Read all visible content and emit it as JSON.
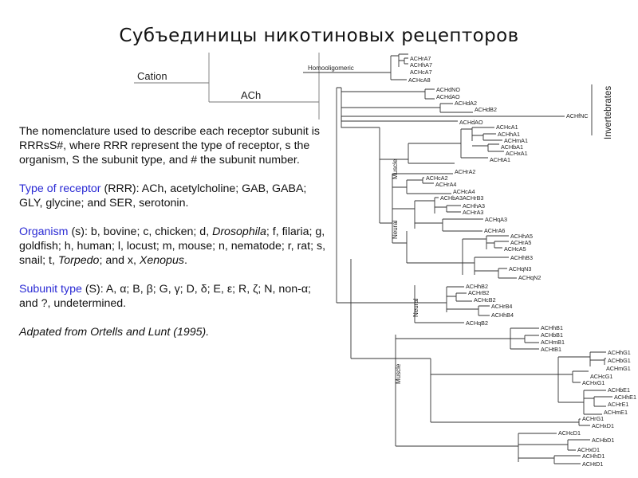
{
  "title": "Субъединицы никотиновых рецепторов",
  "text": {
    "p1": "The nomenclature used to describe each receptor subunit is RRRsS#, where RRR represent the type of receptor, s the organism, S the subunit type, and # the subunit number.",
    "p2_kw": "Type of receptor",
    "p2": " (RRR): ACh, acetylcholine; GAB, GABA; GLY, glycine; and SER, serotonin.",
    "p3_kw": "Organism",
    "p3_a": " (s): b, bovine; c, chicken; d, ",
    "p3_dros": "Drosophila",
    "p3_b": "; f, filaria; g, goldfish; h, human; l, locust; m, mouse; n, nematode; r, rat; s, snail; t, ",
    "p3_torp": "Torpedo",
    "p3_c": "; and x, ",
    "p3_xen": "Xenopus",
    "p3_d": ".",
    "p4_kw": "Subunit type",
    "p4": " (S): A, α; B, β; G, γ; D, δ; E, ε; R, ζ; N, non-α; and ?, undetermined.",
    "p5": "Adpated from Ortells and Lunt (1995)."
  },
  "tree": {
    "cation": "Cation",
    "ach": "ACh",
    "homooligomeric": "Homooligomeric",
    "invertebrates": "Invertebrates",
    "groups": {
      "muscle1": "Muscle",
      "neural1": "Neural",
      "neural2": "Neural",
      "muscle2": "Muscle"
    },
    "leaves": [
      "ACHrA7",
      "ACHhA7",
      "ACHcA7",
      "ACHcA8",
      "ACHdNO",
      "ACHdAO",
      "ACHdA2",
      "ACHdB2",
      "ACHfNC",
      "ACHdAO",
      "ACHcA1",
      "ACHhA1",
      "ACHmA1",
      "ACHbA1",
      "ACHxA1",
      "ACHtA1",
      "ACHrA2",
      "ACHcA2",
      "ACHrA4",
      "ACHcA4",
      "ACHbA3",
      "ACHrB3",
      "ACHhA3",
      "ACHrA3",
      "ACHqA3",
      "ACHrA6",
      "ACHhA5",
      "ACHrA5",
      "ACHcA5",
      "ACHhB3",
      "ACHqN3",
      "ACHqN2",
      "ACHhB2",
      "ACHrB2",
      "ACHcB2",
      "ACHrB4",
      "ACHhB4",
      "ACHqB2",
      "ACHhB1",
      "ACHbB1",
      "ACHmB1",
      "ACHtB1",
      "ACHhG1",
      "ACHbG1",
      "ACHmG1",
      "ACHcG1",
      "ACHxG1",
      "ACHbE1",
      "ACHhE1",
      "ACHrE1",
      "ACHmE1",
      "ACHrG1",
      "ACHxD1",
      "ACHcD1",
      "ACHbD1",
      "ACHxD1",
      "ACHhD1",
      "ACHtD1"
    ]
  }
}
